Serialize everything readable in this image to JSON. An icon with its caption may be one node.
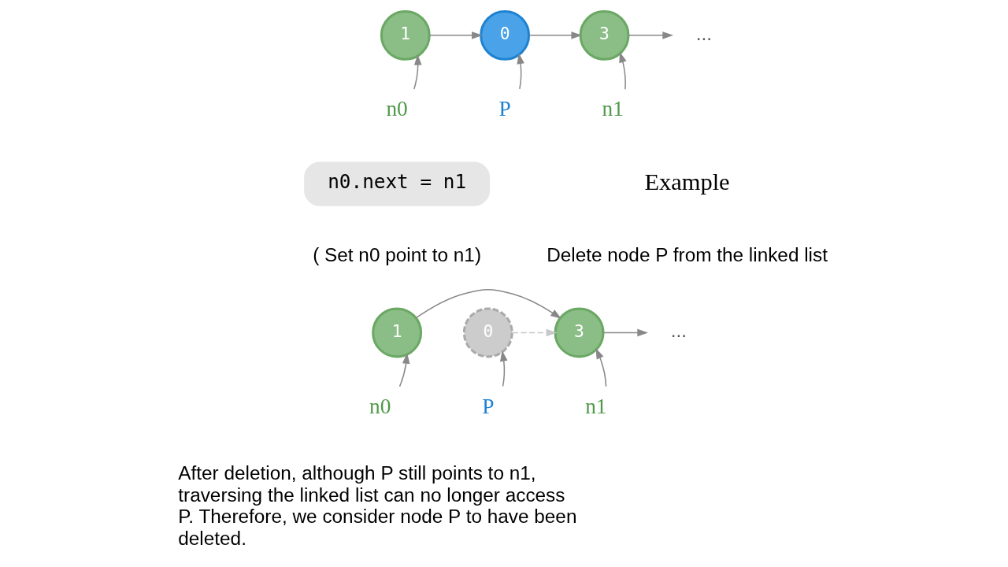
{
  "diagram": {
    "nodes": [
      {
        "text": [
          "1"
        ]
      },
      {
        "text": [
          "0"
        ]
      },
      {
        "text": [
          "3"
        ]
      },
      {
        "text": [
          "..."
        ]
      },
      {
        "text": [
          "n0"
        ]
      },
      {
        "text": [
          "n1"
        ]
      },
      {
        "text": [
          "P"
        ]
      },
      {
        "text": [
          "1"
        ]
      },
      {
        "text": [
          "0"
        ]
      },
      {
        "text": [
          "3"
        ]
      },
      {
        "text": [
          "..."
        ]
      },
      {
        "text": [
          "n0"
        ]
      },
      {
        "text": [
          "n1"
        ]
      },
      {
        "text": [
          "P"
        ]
      },
      {
        "text": [
          "n0.next = n1"
        ],
        "beside": [
          "( Set n0 point to n1)"
        ]
      }
    ],
    "edges": [
      {
        "from": 0,
        "to": 1,
        "arrow": "to"
      },
      {
        "from": 1,
        "to": 2,
        "arrow": "to"
      },
      {
        "from": 2,
        "to": 3,
        "arrow": "to"
      },
      {
        "from": 4,
        "to": 0,
        "arrow": "to"
      },
      {
        "from": 5,
        "to": 2,
        "arrow": "to"
      },
      {
        "from": 6,
        "to": 1,
        "arrow": "to"
      },
      {
        "from": 7,
        "to": 9,
        "arrow": "to"
      },
      {
        "from": 8,
        "to": 9,
        "arrow": "to",
        "style": "dashed",
        "color": "#c8c8c8"
      },
      {
        "from": 9,
        "to": 10,
        "arrow": "to"
      },
      {
        "from": 11,
        "to": 7,
        "arrow": "to"
      },
      {
        "from": 12,
        "to": 9,
        "arrow": "to"
      },
      {
        "from": 13,
        "to": 8,
        "arrow": "to"
      }
    ],
    "labels": [
      "Example",
      "Delete node P from the linked list",
      "After deletion, although P still points to n1, traversing the linked list can no longer access P. Therefore, we consider node P to have been deleted."
    ]
  }
}
